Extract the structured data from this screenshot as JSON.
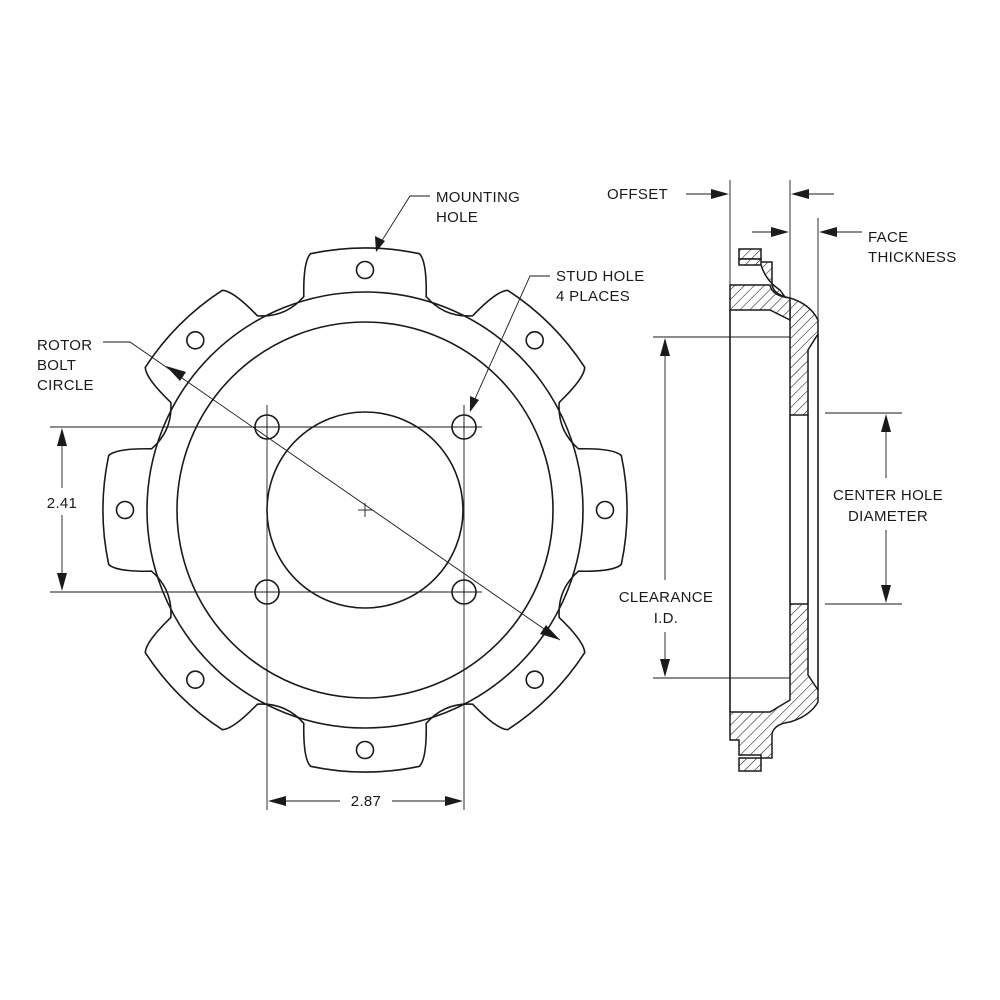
{
  "labels": {
    "mounting_hole": [
      "MOUNTING",
      "HOLE"
    ],
    "stud_hole": [
      "STUD HOLE",
      "4 PLACES"
    ],
    "rotor_bolt_circle": [
      "ROTOR",
      "BOLT",
      "CIRCLE"
    ],
    "offset": "OFFSET",
    "face_thickness": [
      "FACE",
      "THICKNESS"
    ],
    "center_hole_diameter": [
      "CENTER HOLE",
      "DIAMETER"
    ],
    "clearance_id": [
      "CLEARANCE",
      "I.D."
    ]
  },
  "dimensions": {
    "stud_vertical": "2.41",
    "stud_horizontal": "2.87"
  },
  "colors": {
    "line": "#1a1a1a",
    "background": "#ffffff"
  }
}
